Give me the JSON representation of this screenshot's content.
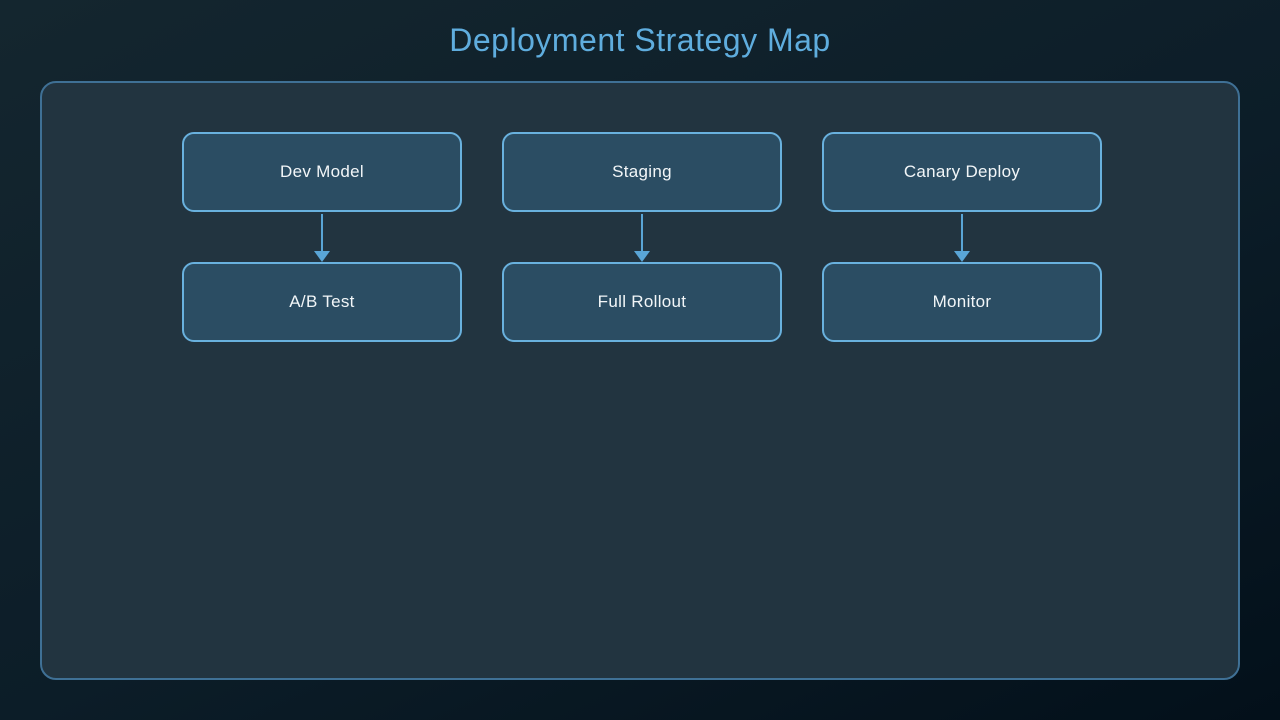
{
  "title": "Deployment Strategy Map",
  "palette": {
    "bg_top": "#14262f",
    "bg_bottom": "#03101a",
    "panel_fill": "#223440",
    "panel_border": "#3f7095",
    "node_fill": "#2b4d63",
    "node_border": "#69b1de",
    "node_text": "#f2f6f8",
    "title_color": "#5fadde",
    "arrow_color": "#5aa5d6"
  },
  "diagram": {
    "columns": [
      {
        "source": "Dev Model",
        "target": "A/B Test"
      },
      {
        "source": "Staging",
        "target": "Full Rollout"
      },
      {
        "source": "Canary Deploy",
        "target": "Monitor"
      }
    ]
  }
}
